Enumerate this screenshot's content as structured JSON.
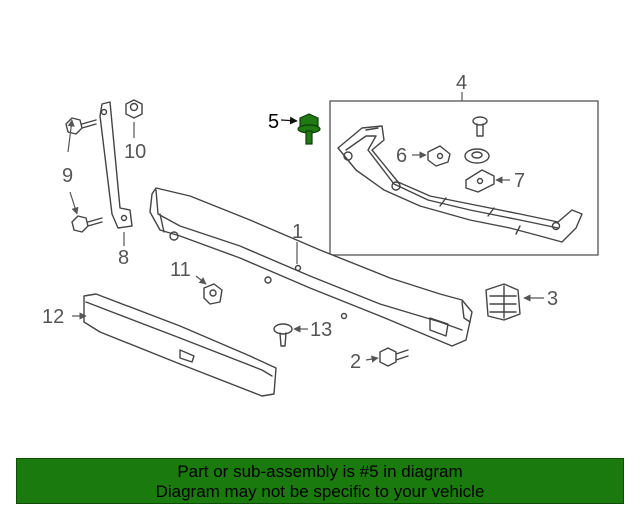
{
  "callouts": {
    "c1": "1",
    "c2": "2",
    "c3": "3",
    "c4": "4",
    "c5": "5",
    "c6": "6",
    "c7": "7",
    "c8": "8",
    "c9": "9",
    "c10": "10",
    "c11": "11",
    "c12": "12",
    "c13": "13"
  },
  "highlighted_part": "5",
  "colors": {
    "highlight": "#1f7a12",
    "banner": "#1a7a0d"
  },
  "banner": {
    "line1": "Part or sub-assembly is #5 in diagram",
    "line2": "Diagram may not be specific to your vehicle"
  }
}
